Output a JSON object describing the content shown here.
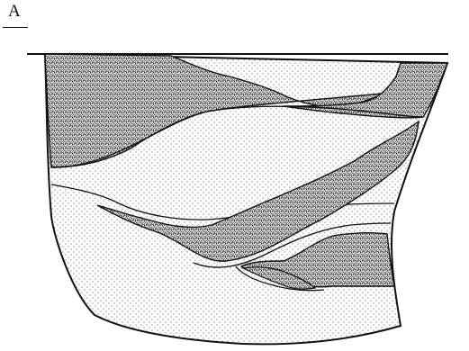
{
  "figure": {
    "panel_label": "A"
  },
  "fills": {
    "light": "light-stipple",
    "dense": "dense-stipple"
  },
  "colors": {
    "ink": "#111111",
    "background": "#ffffff"
  }
}
